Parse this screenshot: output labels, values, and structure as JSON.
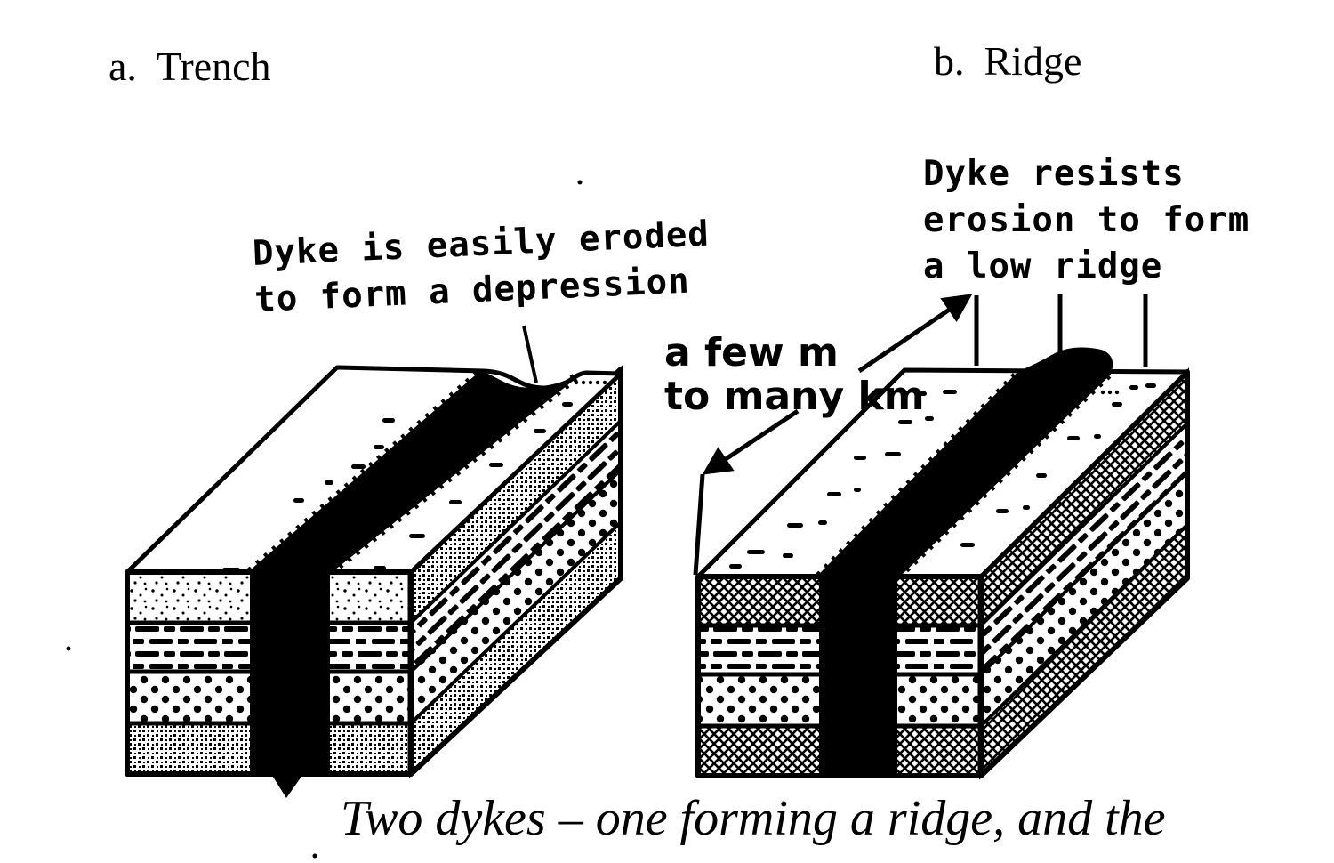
{
  "figure": {
    "panel_a": {
      "index": "a.",
      "name": "Trench"
    },
    "panel_b": {
      "index": "b.",
      "name": "Ridge"
    },
    "annotation_a": {
      "line1": "Dyke is easily eroded",
      "line2": "to form a depression"
    },
    "annotation_b": {
      "line1": "Dyke resists",
      "line2": "erosion to form",
      "line3": "a low ridge"
    },
    "scale_note": {
      "line1": "a few m",
      "line2": "to many km"
    },
    "caption": "Two dykes – one forming a ridge, and the",
    "colors": {
      "ink": "#000000",
      "paper": "#ffffff"
    }
  }
}
